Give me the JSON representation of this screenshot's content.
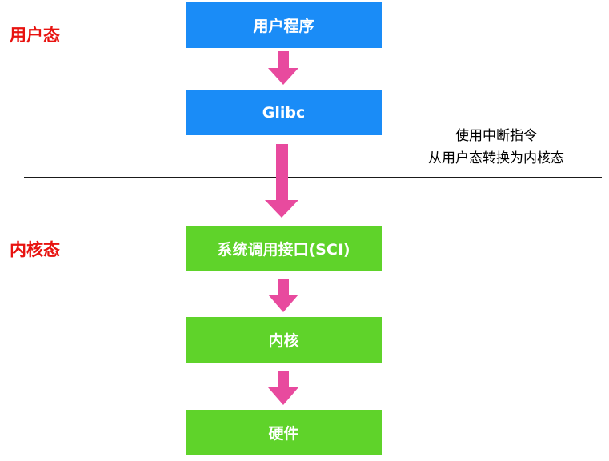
{
  "zones": {
    "user": "用户态",
    "kernel": "内核态"
  },
  "nodes": [
    {
      "id": "user-program",
      "label": "用户程序",
      "zone": "user",
      "color": "#1a8cf7"
    },
    {
      "id": "glibc",
      "label": "Glibc",
      "zone": "user",
      "color": "#1a8cf7"
    },
    {
      "id": "sci",
      "label": "系统调用接口(SCI)",
      "zone": "kernel",
      "color": "#5fd32a"
    },
    {
      "id": "kernel",
      "label": "内核",
      "zone": "kernel",
      "color": "#5fd32a"
    },
    {
      "id": "hardware",
      "label": "硬件",
      "zone": "kernel",
      "color": "#5fd32a"
    }
  ],
  "note": {
    "line1": "使用中断指令",
    "line2": "从用户态转换为内核态"
  },
  "colors": {
    "arrow": "#e84a9e",
    "zone_label": "#e8120f",
    "divider": "#1a1a1a"
  }
}
